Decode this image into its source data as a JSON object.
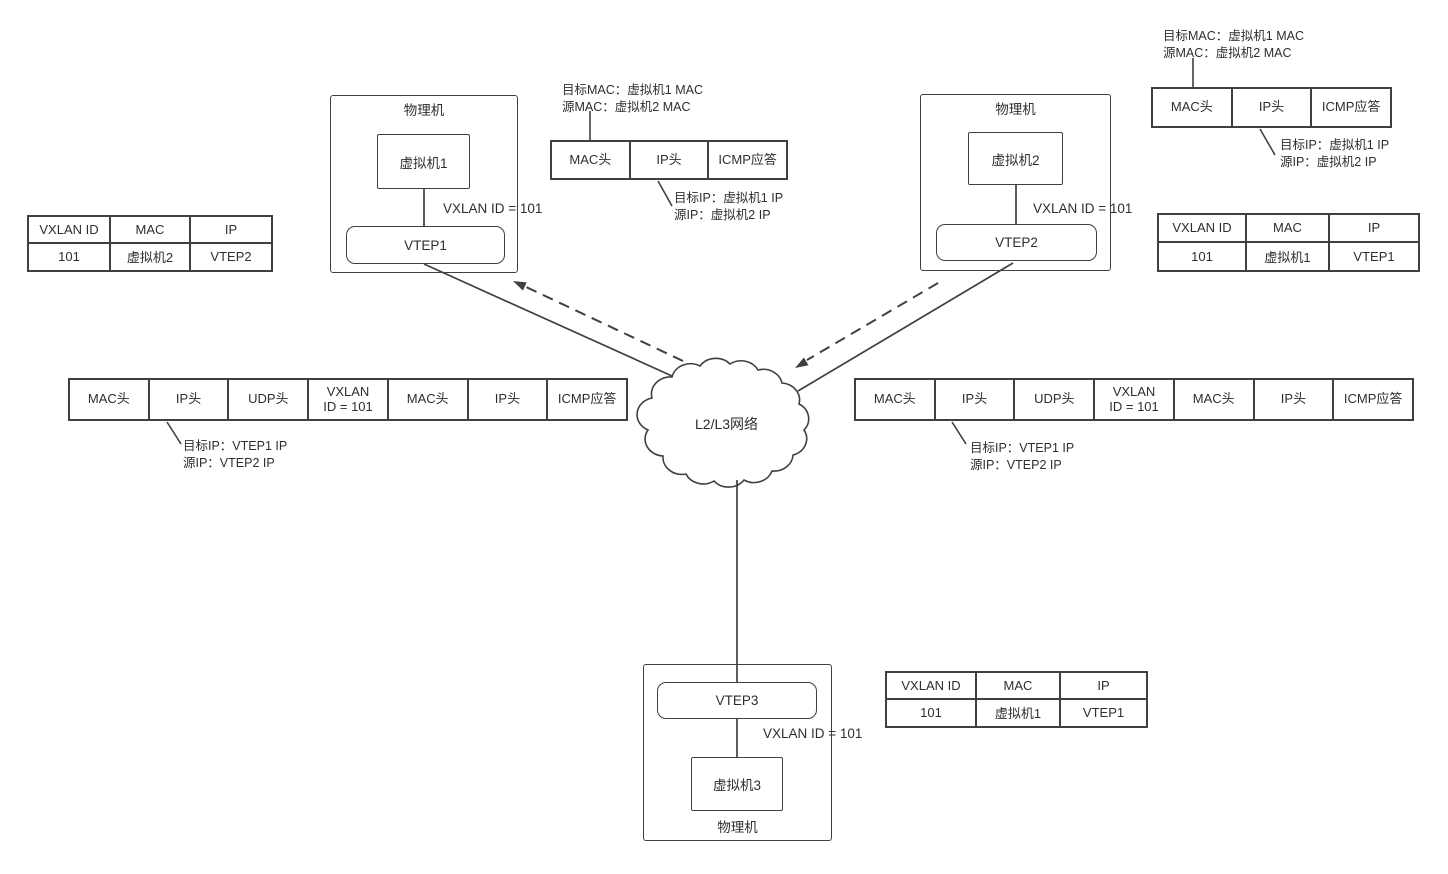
{
  "colors": {
    "line": "#404040",
    "text": "#2e2e2e",
    "background": "#ffffff"
  },
  "cloud": {
    "label": "L2/L3网络"
  },
  "hosts": {
    "host1": {
      "title": "物理机",
      "vm": "虚拟机1",
      "vtep": "VTEP1",
      "vxlan_label": "VXLAN ID = 101"
    },
    "host2": {
      "title": "物理机",
      "vm": "虚拟机2",
      "vtep": "VTEP2",
      "vxlan_label": "VXLAN ID = 101"
    },
    "host3": {
      "title": "物理机",
      "vm": "虚拟机3",
      "vtep": "VTEP3",
      "vxlan_label": "VXLAN ID = 101"
    }
  },
  "mapping_tables": {
    "left": {
      "headers": [
        "VXLAN ID",
        "MAC",
        "IP"
      ],
      "row": [
        "101",
        "虚拟机2",
        "VTEP2"
      ]
    },
    "right": {
      "headers": [
        "VXLAN ID",
        "MAC",
        "IP"
      ],
      "row": [
        "101",
        "虚拟机1",
        "VTEP1"
      ]
    },
    "bottom": {
      "headers": [
        "VXLAN ID",
        "MAC",
        "IP"
      ],
      "row": [
        "101",
        "虚拟机1",
        "VTEP1"
      ]
    }
  },
  "packets": {
    "reply_left": {
      "cells": [
        "MAC头",
        "IP头",
        "ICMP应答"
      ],
      "note_mac": [
        "目标MAC：虚拟机1 MAC",
        "源MAC：虚拟机2 MAC"
      ],
      "note_ip": [
        "目标IP：虚拟机1 IP",
        "源IP：虚拟机2 IP"
      ]
    },
    "reply_right": {
      "cells": [
        "MAC头",
        "IP头",
        "ICMP应答"
      ],
      "note_mac": [
        "目标MAC：虚拟机1 MAC",
        "源MAC：虚拟机2 MAC"
      ],
      "note_ip": [
        "目标IP：虚拟机1 IP",
        "源IP：虚拟机2 IP"
      ]
    },
    "tunnel_left": {
      "cells": [
        "MAC头",
        "IP头",
        "UDP头",
        "VXLAN\nID = 101",
        "MAC头",
        "IP头",
        "ICMP应答"
      ],
      "note_ip": [
        "目标IP：VTEP1 IP",
        "源IP：VTEP2 IP"
      ]
    },
    "tunnel_right": {
      "cells": [
        "MAC头",
        "IP头",
        "UDP头",
        "VXLAN\nID = 101",
        "MAC头",
        "IP头",
        "ICMP应答"
      ],
      "note_ip": [
        "目标IP：VTEP1 IP",
        "源IP：VTEP2 IP"
      ]
    }
  }
}
